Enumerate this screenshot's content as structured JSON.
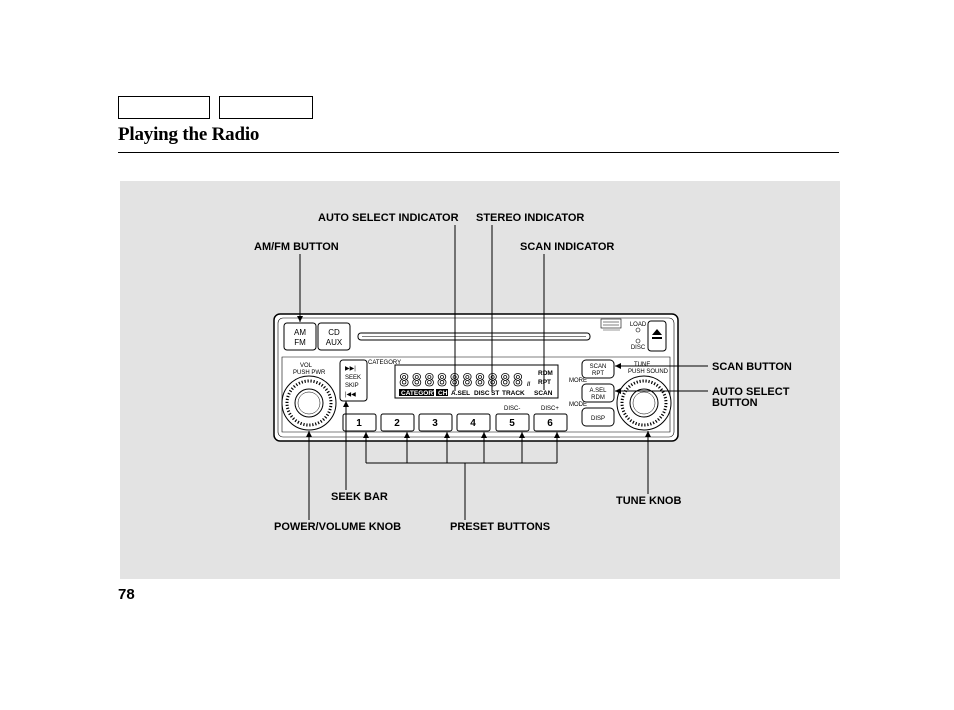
{
  "header": {
    "tabs": [
      "",
      ""
    ],
    "title": "Playing the Radio"
  },
  "figure": {
    "callouts": {
      "auto_select_indicator": "AUTO SELECT INDICATOR",
      "stereo_indicator": "STEREO INDICATOR",
      "am_fm_button": "AM/FM BUTTON",
      "scan_indicator": "SCAN INDICATOR",
      "scan_button": "SCAN BUTTON",
      "auto_select_button_line1": "AUTO SELECT",
      "auto_select_button_line2": "BUTTON",
      "seek_bar": "SEEK BAR",
      "tune_knob": "TUNE KNOB",
      "power_volume_knob": "POWER/VOLUME KNOB",
      "preset_buttons": "PRESET BUTTONS"
    },
    "radio": {
      "am_label": "AM",
      "fm_label": "FM",
      "cd_label": "CD",
      "aux_label": "AUX",
      "vol_label": "VOL",
      "pwr_label": "PUSH PWR",
      "tune_label": "TUNE",
      "sound_label": "PUSH SOUND",
      "category_label": "CATEGORY",
      "seek_label": "SEEK",
      "skip_label": "SKIP",
      "scan_btn": [
        "SCAN",
        "RPT"
      ],
      "asel_btn": [
        "A.SEL",
        "RDM"
      ],
      "disp_btn": "DISP",
      "more_label": "MORE",
      "mode_label": "MODE",
      "disc_minus": "DISC-",
      "disc_plus": "DISC+",
      "presets": [
        "1",
        "2",
        "3",
        "4",
        "5",
        "6"
      ],
      "display_digits": "8888888888",
      "display_indicators": [
        "CATEGORY",
        "CH",
        "A.SEL",
        "DISC",
        "ST",
        "TRACK",
        "SCAN"
      ],
      "display_right": [
        "RDM",
        "RPT"
      ],
      "load_label": "LOAD",
      "disc_label": "DISC"
    }
  },
  "page_number": "78"
}
